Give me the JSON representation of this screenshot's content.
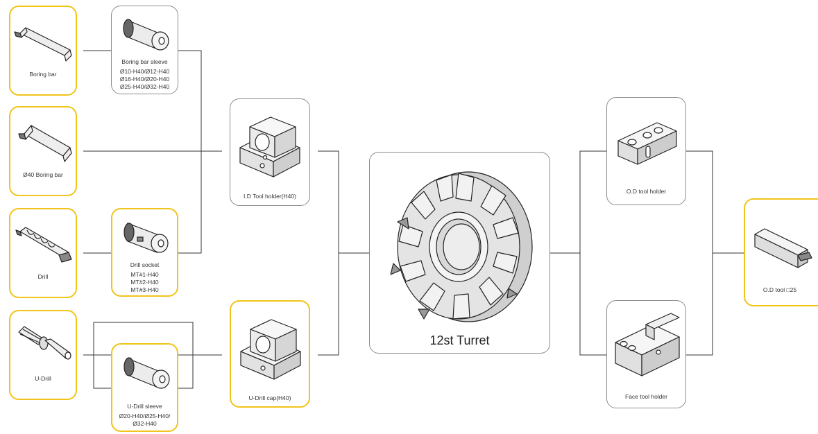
{
  "nodes": {
    "boring_bar": {
      "label": "Boring bar"
    },
    "boring_bar_sleeve": {
      "label": "Boring bar sleeve",
      "specs": [
        "Ø10-H40/Ø12-H40",
        "Ø16-H40/Ø20-H40",
        "Ø25-H40/Ø32-H40"
      ]
    },
    "boring_bar_40": {
      "label": "Ø40 Boring bar"
    },
    "drill": {
      "label": "Drill"
    },
    "drill_socket": {
      "label": "Drill socket",
      "specs": [
        "MT#1-H40",
        "MT#2-H40",
        "MT#3-H40"
      ]
    },
    "u_drill": {
      "label": "U-Drill"
    },
    "u_drill_sleeve": {
      "label": "U-Drill sleeve",
      "specs": [
        "Ø20-H40/Ø25-H40/",
        "Ø32-H40"
      ]
    },
    "id_tool_holder": {
      "label": "I.D Tool holder(H40)"
    },
    "u_drill_cap": {
      "label": "U-Drill cap(H40)"
    },
    "turret": {
      "label": "12st Turret"
    },
    "od_tool_holder": {
      "label": "O.D tool holder"
    },
    "face_tool_holder": {
      "label": "Face tool holder"
    },
    "od_tool": {
      "label": "O.D tool □25"
    }
  },
  "colors": {
    "highlight": "#f0c419",
    "border": "#8c8c8c",
    "line": "#333333"
  }
}
